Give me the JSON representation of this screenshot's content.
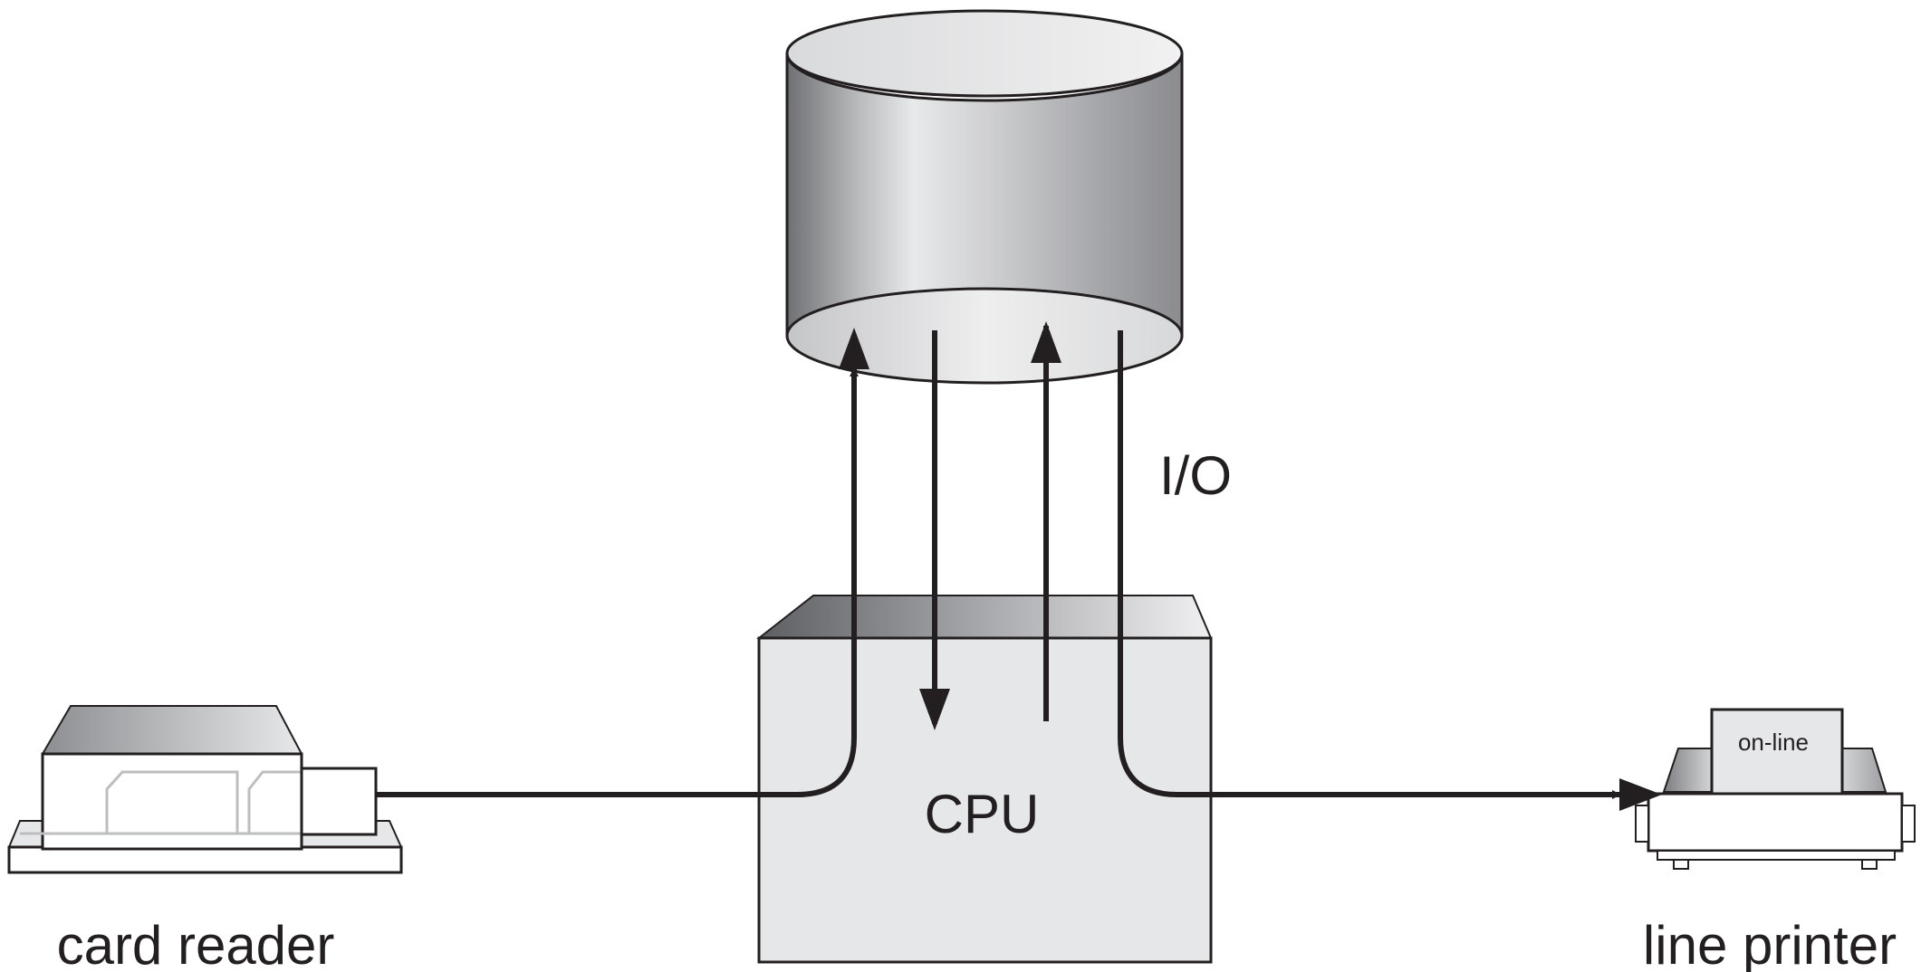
{
  "diagram": {
    "labels": {
      "card_reader": "card reader",
      "line_printer": "line printer",
      "cpu": "CPU",
      "io": "I/O",
      "printer_panel": "on-line"
    },
    "colors": {
      "stroke": "#231f20",
      "cpu_face": "#e6e7e8",
      "background": "#ffffff"
    }
  }
}
